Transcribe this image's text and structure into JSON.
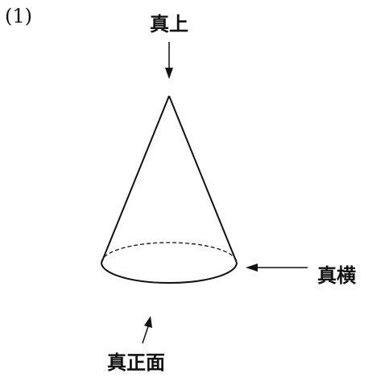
{
  "problem_number": "(1)",
  "views": {
    "top": "真上",
    "side": "真横",
    "front": "真正面"
  },
  "colors": {
    "ink": "#111111",
    "background": "#ffffff"
  }
}
